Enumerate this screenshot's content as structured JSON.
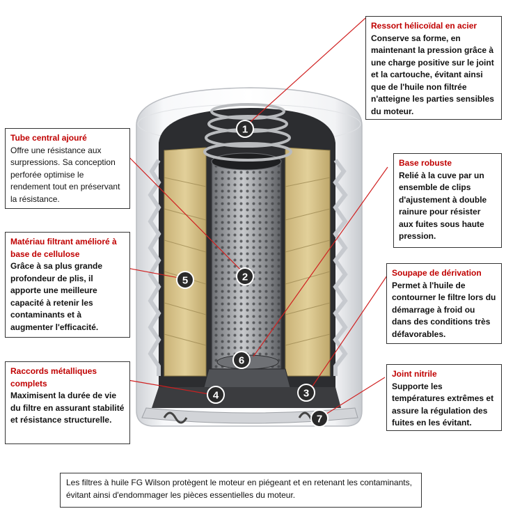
{
  "callouts": [
    {
      "title": "Ressort hélicoïdal en acier",
      "text": "Conserve sa forme, en maintenant la pression grâce à une charge positive sur le joint et la cartouche, évitant ainsi que de l'huile non filtrée n'atteigne les parties sensibles du moteur."
    },
    {
      "title": "Tube central ajouré",
      "text": "Offre une résistance aux surpressions. Sa conception perforée optimise le rendement tout en préservant la résistance."
    },
    {
      "title": "Base robuste",
      "text": "Relié à la cuve par un ensemble de clips d'ajustement à double rainure pour résister aux fuites sous haute pression."
    },
    {
      "title": "Matériau filtrant amélioré à base de cellulose",
      "text": "Grâce à sa plus grande profondeur de plis, il apporte une meilleure capacité à retenir les contaminants et à augmenter l'efficacité."
    },
    {
      "title": "Soupape de dérivation",
      "text": "Permet à l'huile de contourner le filtre lors du démarrage à froid ou dans des conditions très défavorables."
    },
    {
      "title": "Raccords métalliques complets",
      "text": "Maximisent la durée de vie du filtre en assurant stabilité et résistance structurelle."
    },
    {
      "title": "Joint nitrile",
      "text": "Supporte les températures extrêmes et assure la régulation des fuites en les évitant."
    }
  ],
  "numbers": [
    "1",
    "2",
    "3",
    "4",
    "5",
    "6",
    "7"
  ],
  "footer": "Les filtres à huile FG Wilson protègent le moteur en piégeant et en retenant les contaminants, évitant ainsi d'endommager les pièces essentielles du moteur.",
  "colors": {
    "title_red": "#c00000",
    "leader_red": "#d02020",
    "filter_media": "#d8c48c",
    "badge": "#2a2a2a"
  }
}
